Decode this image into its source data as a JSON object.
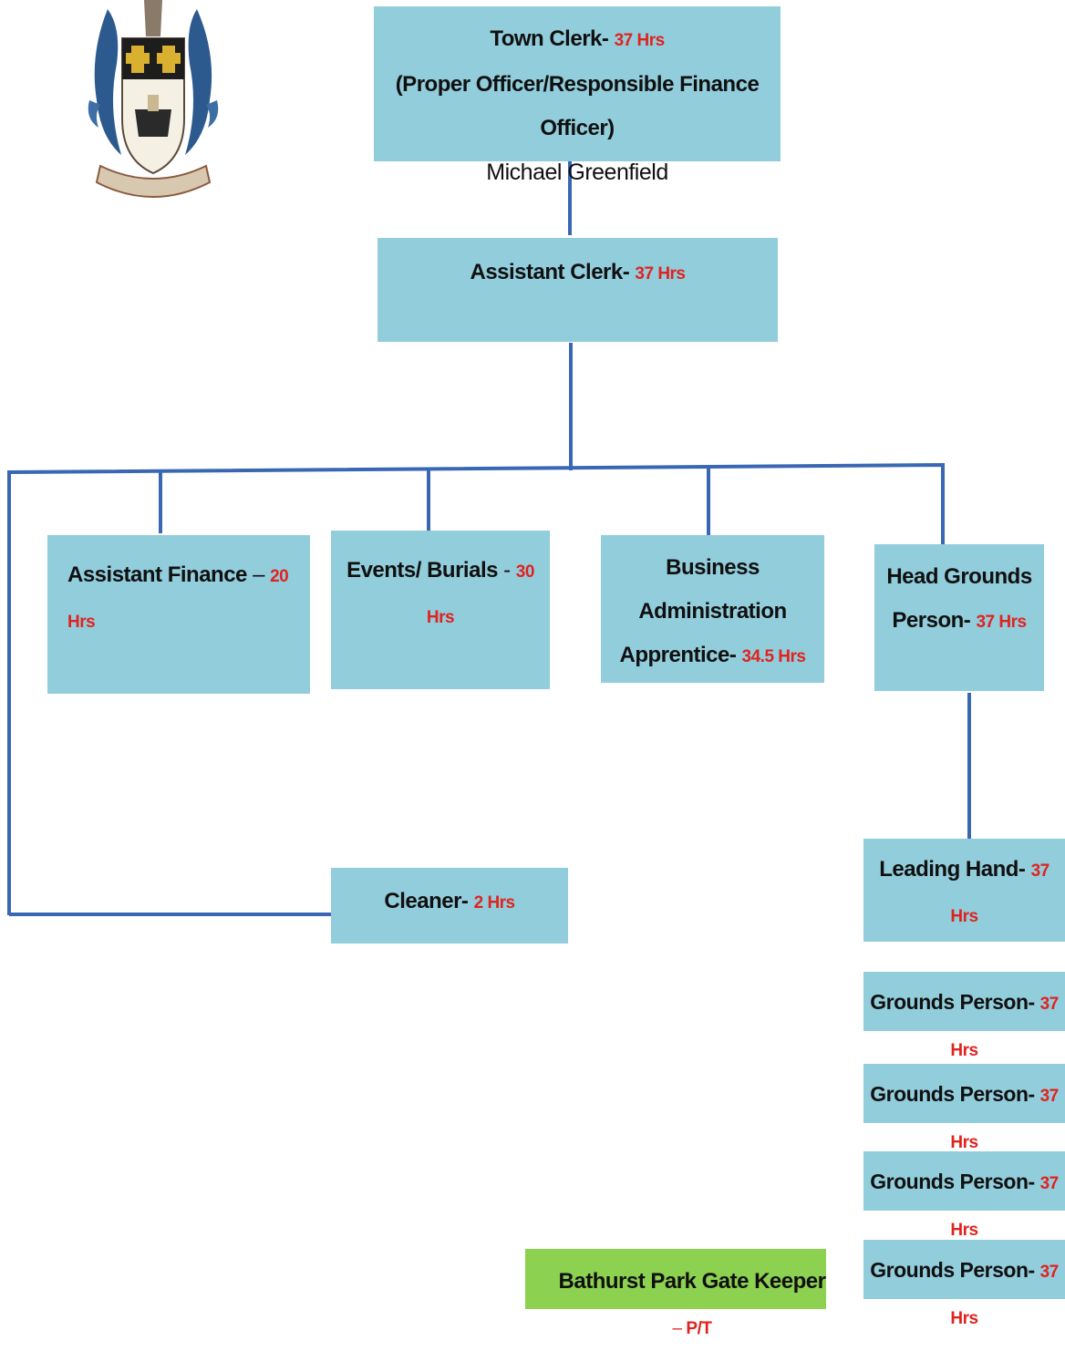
{
  "town_clerk": {
    "title": "Town Clerk",
    "hours": "37 Hrs",
    "role": "(Proper Officer/Responsible Finance Officer)",
    "name": "Michael Greenfield"
  },
  "assistant_clerk": {
    "title": "Assistant Clerk",
    "hours": "37 Hrs"
  },
  "assistant_finance": {
    "title": "Assistant Finance",
    "sep": " – ",
    "hours": "20 Hrs"
  },
  "events_burials": {
    "title": "Events/ Burials",
    "sep": " - ",
    "hours": "30 Hrs"
  },
  "business_admin": {
    "title_line1": "Business Administration",
    "title_line2": "Apprentice",
    "hours": "34.5 Hrs"
  },
  "head_grounds": {
    "title_line1": "Head Grounds",
    "title_line2": "Person",
    "hours": "37 Hrs"
  },
  "cleaner": {
    "title": "Cleaner",
    "hours": "2 Hrs"
  },
  "leading_hand": {
    "title": "Leading Hand",
    "hours": "37 Hrs"
  },
  "grounds_persons": [
    {
      "title": "Grounds Person",
      "hours": "37 Hrs"
    },
    {
      "title": "Grounds Person",
      "hours": "37 Hrs"
    },
    {
      "title": "Grounds Person",
      "hours": "37 Hrs"
    },
    {
      "title": "Grounds Person",
      "hours": "37 Hrs"
    }
  ],
  "gate_keeper": {
    "title": "Bathurst Park Gate Keeper",
    "sep": " – ",
    "hours": "P/T"
  },
  "colors": {
    "box_fill": "#92cddc",
    "gate_keeper_fill": "#8dd150",
    "connector": "#3a67b4",
    "hours_text": "#e0231f"
  },
  "icons": {
    "crest": "council-coat-of-arms"
  }
}
